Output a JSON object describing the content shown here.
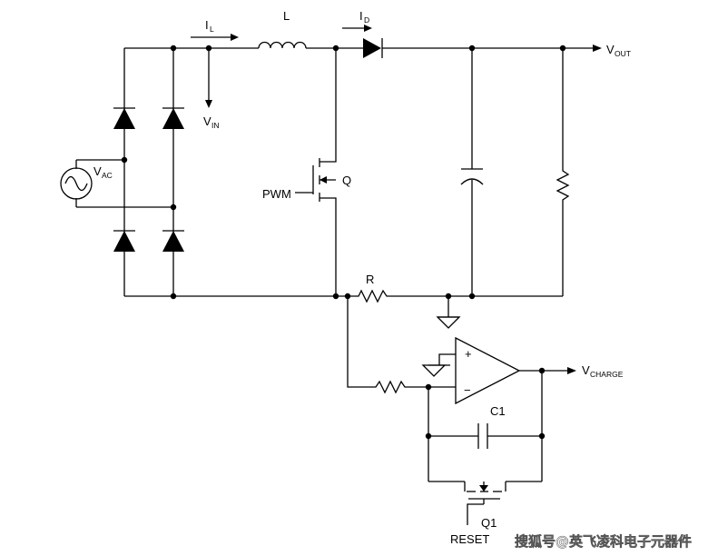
{
  "labels": {
    "i_l": "I",
    "i_l_sub": "L",
    "inductor": "L",
    "i_d": "I",
    "i_d_sub": "D",
    "v_out": "V",
    "v_out_sub": "OUT",
    "v_in": "V",
    "v_in_sub": "IN",
    "v_ac": "V",
    "v_ac_sub": "AC",
    "pwm": "PWM",
    "q": "Q",
    "r": "R",
    "plus": "+",
    "minus": "−",
    "v_charge": "V",
    "v_charge_sub": "CHARGE",
    "c1": "C1",
    "q1": "Q1",
    "reset": "RESET"
  },
  "watermark": "搜狐号@英飞凌科电子元器件"
}
